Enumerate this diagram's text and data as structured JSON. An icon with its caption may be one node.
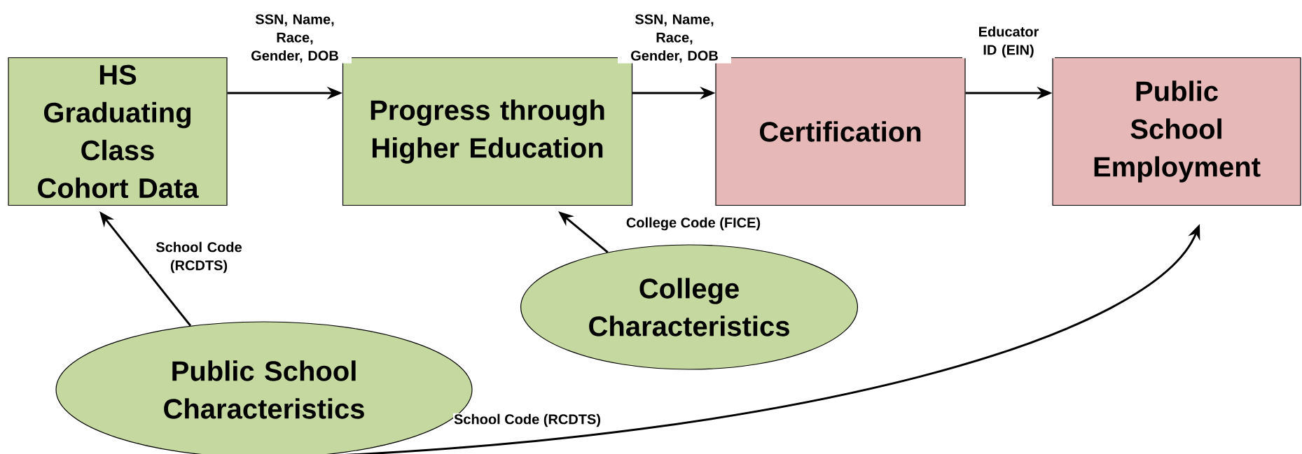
{
  "diagram": {
    "nodes": [
      {
        "text": [
          "HS Graduating Class Cohort Data"
        ]
      },
      {
        "text": [
          "Progress through Higher Education"
        ]
      },
      {
        "text": [
          "Certification"
        ]
      },
      {
        "text": [
          "Public School Employment"
        ]
      },
      {
        "text": [
          "College Characteristics"
        ]
      },
      {
        "text": [
          "Public School Characteristics"
        ]
      }
    ],
    "edges": [
      {
        "from": 0,
        "to": 1,
        "arrow": "to",
        "label": "SSN, Name, Race, Gender, DOB"
      },
      {
        "from": 1,
        "to": 2,
        "arrow": "to",
        "label": "SSN, Name, Race, Gender, DOB"
      },
      {
        "from": 2,
        "to": 3,
        "arrow": "to",
        "label": "Educator ID (EIN)"
      },
      {
        "from": 5,
        "to": 0,
        "arrow": "to",
        "label": "School Code (RCDTS)"
      },
      {
        "from": 4,
        "to": 1,
        "arrow": "to",
        "label": "College Code (FICE)"
      },
      {
        "from": 5,
        "to": 3,
        "arrow": "to",
        "label": "School Code (RCDTS)"
      }
    ]
  }
}
